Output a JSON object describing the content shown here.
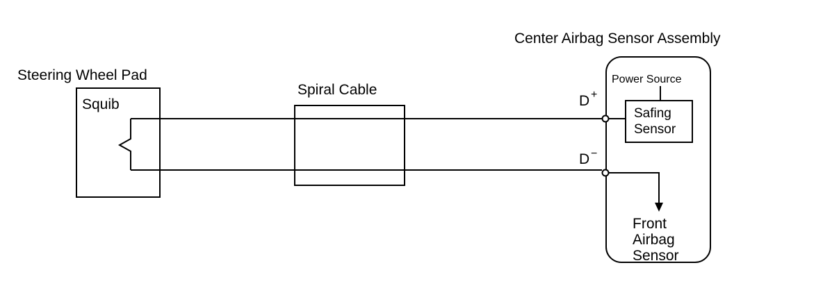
{
  "diagram": {
    "center_assembly_title": "Center Airbag Sensor Assembly",
    "steering_wheel_pad": "Steering Wheel Pad",
    "squib": "Squib",
    "spiral_cable": "Spiral Cable",
    "power_source": "Power Source",
    "safing_sensor_line1": "Safing",
    "safing_sensor_line2": "Sensor",
    "d_plus": "D",
    "d_plus_sign": "+",
    "d_minus": "D",
    "d_minus_sign": "−",
    "front_airbag_line1": "Front",
    "front_airbag_line2": "Airbag",
    "front_airbag_line3": "Sensor"
  }
}
